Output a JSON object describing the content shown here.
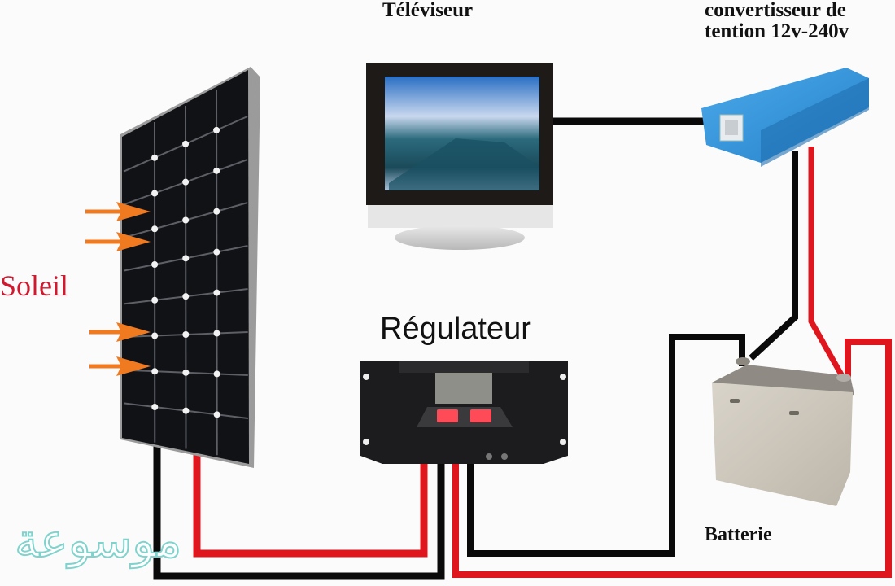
{
  "title": "Installation solaire autonome",
  "labels": {
    "tv": "Téléviseur",
    "inverter_line1": "convertisseur de",
    "inverter_line2": "tention 12v-240v",
    "sun": "Soleil",
    "regulator": "Régulateur",
    "battery": "Batterie"
  },
  "watermark": "موسوعة",
  "components": [
    {
      "id": "solar-panel",
      "name": "Panneau solaire",
      "cell_grid": {
        "columns": 4,
        "rows": 9
      }
    },
    {
      "id": "sun-rays",
      "name": "Rayons du soleil",
      "arrow_count": 4
    },
    {
      "id": "tv",
      "name": "Téléviseur"
    },
    {
      "id": "inverter",
      "name": "Convertisseur 12v-240v"
    },
    {
      "id": "regulator",
      "name": "Régulateur",
      "buttons": 2
    },
    {
      "id": "battery",
      "name": "Batterie"
    }
  ],
  "connections": [
    {
      "from": "solar-panel",
      "to": "regulator",
      "polarity": "negative",
      "color": "#0a0a0a"
    },
    {
      "from": "solar-panel",
      "to": "regulator",
      "polarity": "positive",
      "color": "#e0161e"
    },
    {
      "from": "regulator",
      "to": "battery",
      "polarity": "negative",
      "color": "#0a0a0a"
    },
    {
      "from": "regulator",
      "to": "battery",
      "polarity": "positive",
      "color": "#e0161e"
    },
    {
      "from": "battery",
      "to": "inverter",
      "polarity": "negative",
      "color": "#0a0a0a"
    },
    {
      "from": "battery",
      "to": "inverter",
      "polarity": "positive",
      "color": "#e0161e"
    },
    {
      "from": "inverter",
      "to": "tv",
      "polarity": "ac",
      "color": "#0a0a0a"
    }
  ],
  "colors": {
    "wire_positive": "#e0161e",
    "wire_negative": "#0a0a0a",
    "sun_label": "#d0182e",
    "arrow": "#f07a20",
    "inverter_blue": "#2c8fd6",
    "panel_cell": "#111216",
    "battery": "#c9c3b8",
    "watermark": "#7fd3cc"
  }
}
